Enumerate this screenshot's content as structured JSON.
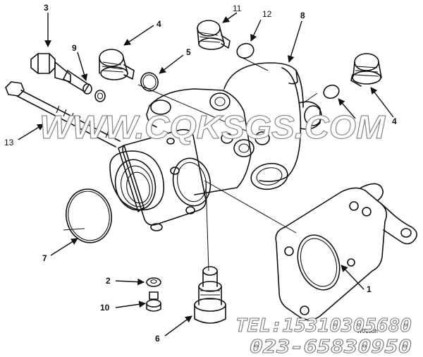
{
  "callouts": [
    {
      "id": "1",
      "name": "callout-1"
    },
    {
      "id": "2",
      "name": "callout-2"
    },
    {
      "id": "3",
      "name": "callout-3"
    },
    {
      "id": "4",
      "name": "callout-4-top"
    },
    {
      "id": "4",
      "name": "callout-4-right"
    },
    {
      "id": "5",
      "name": "callout-5"
    },
    {
      "id": "6",
      "name": "callout-6"
    },
    {
      "id": "7",
      "name": "callout-7"
    },
    {
      "id": "8",
      "name": "callout-8"
    },
    {
      "id": "9",
      "name": "callout-9"
    },
    {
      "id": "10",
      "name": "callout-10"
    },
    {
      "id": "11",
      "name": "callout-11"
    },
    {
      "id": "12",
      "name": "callout-12"
    },
    {
      "id": "13",
      "name": "callout-13"
    }
  ],
  "watermark": {
    "site": "WWW.CQKSGS.COM",
    "tel": "TEL:15310305680",
    "phone": "023-65830950"
  },
  "drawing_code": "W010dh"
}
